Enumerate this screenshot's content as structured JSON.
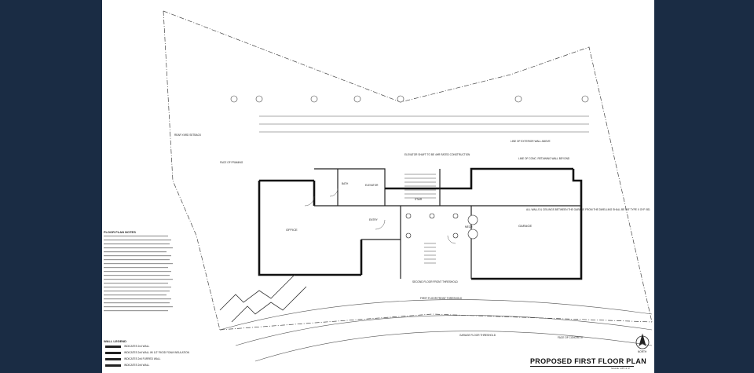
{
  "sheet": {
    "title": "PROPOSED FIRST FLOOR PLAN",
    "scale_note": "SCALE: 1/8\"=1'-0\"",
    "notes_heading": "FLOOR PLAN NOTES",
    "legend_heading": "WALL LEGEND",
    "legend_items": [
      "INDICATES 2x4 WALL",
      "INDICATES 2x6 WALL W/ 1/2\" RIGID FOAM INSULATION",
      "INDICATES 2x6 FURRED WALL",
      "INDICATES 2x6 WALL"
    ],
    "rooms": {
      "office": "OFFICE",
      "bath": "BATH",
      "elevator": "ELEVATOR",
      "stair": "STAIR",
      "entry": "ENTRY",
      "garage": "GARAGE",
      "mech": "MECH"
    },
    "callouts": {
      "elevator_note": "ELEVATOR SHAFT TO BE 4HR RATED CONSTRUCTION",
      "exterior_wall": "LINE OF EXTERIOR WALL ABOVE",
      "retaining_wall": "LINE OF CONC. RETAINING WALL BEYOND",
      "second_floor": "SECOND FLOOR FRONT THRESHOLD",
      "first_floor": "FIRST FLOOR FRONT THRESHOLD",
      "garage_floor": "GARAGE FLOOR THRESHOLD",
      "face_of_concrete": "FACE OF CONCRETE",
      "face_of_framing": "FACE OF FRAMING",
      "rear_yard": "REAR YARD SETBACK",
      "north": "NORTH",
      "garage_note": "ALL WALLS & CEILINGS BETWEEN THE GARAGE FROM THE DWELLING SHALL BE 5/8\" TYPE X GYP. BD."
    },
    "colors": {
      "background": "#1a2c44",
      "sheet": "#ffffff",
      "ink": "#222222",
      "hatch": "#9a9a9a"
    }
  }
}
